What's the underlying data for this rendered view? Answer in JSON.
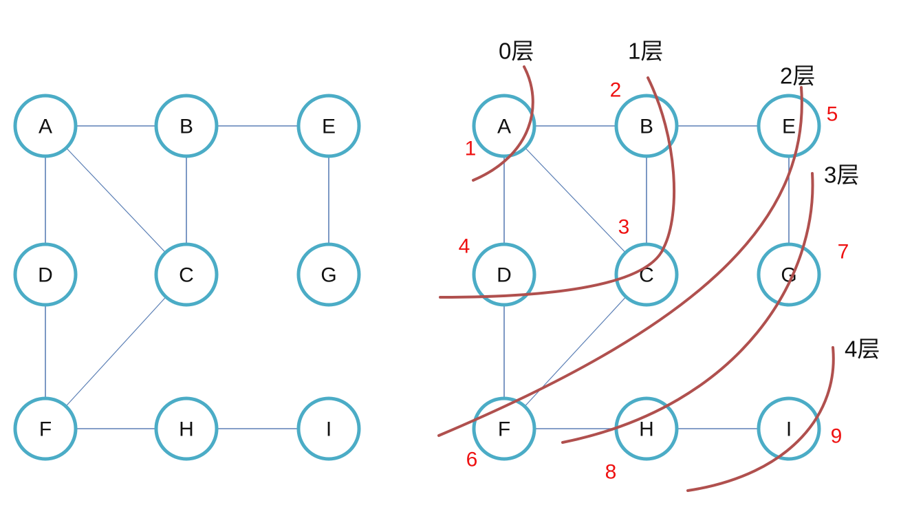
{
  "nodes": [
    "A",
    "B",
    "E",
    "D",
    "C",
    "G",
    "F",
    "H",
    "I"
  ],
  "edges": [
    [
      "A",
      "B"
    ],
    [
      "B",
      "E"
    ],
    [
      "A",
      "D"
    ],
    [
      "A",
      "C"
    ],
    [
      "B",
      "C"
    ],
    [
      "E",
      "G"
    ],
    [
      "D",
      "F"
    ],
    [
      "C",
      "F"
    ],
    [
      "F",
      "H"
    ],
    [
      "H",
      "I"
    ]
  ],
  "bfs_order": {
    "A": "1",
    "B": "2",
    "C": "3",
    "D": "4",
    "E": "5",
    "F": "6",
    "G": "7",
    "H": "8",
    "I": "9"
  },
  "layers": [
    "0层",
    "1层",
    "2层",
    "3层",
    "4层"
  ],
  "colors": {
    "node_stroke": "#4bacc6",
    "edge": "#5b7fb5",
    "order_text": "#ee1111",
    "layer_arc": "#b0504e"
  }
}
